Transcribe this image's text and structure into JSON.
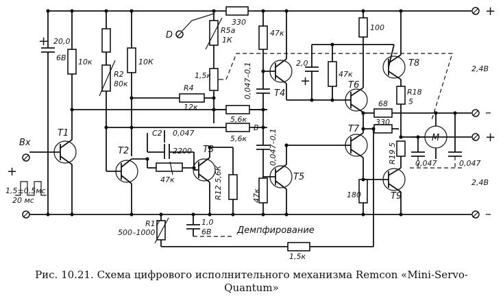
{
  "labels": {
    "r330_top": "330",
    "d": "D",
    "r5a": "R5a",
    "r5a_val": "1К",
    "r47k_1": "47к",
    "r100": "100",
    "plus_top": "+",
    "c20": "20,0",
    "c20_v": "6В",
    "r10k_1": "10к",
    "r2": "R2",
    "r2_val": "80к",
    "r10k_2": "10К",
    "r15k": "1,5к",
    "c0047_v1": "0,047–0,1",
    "t4": "Т4",
    "c20_2": "2,0",
    "r47k_2": "47к",
    "t8": "Т8",
    "v24_top": "2,4В",
    "r4": "R4",
    "r12k": "12к",
    "t6": "Т6",
    "r18": "R18",
    "r18_val": "5",
    "r68": "68",
    "minus_1": "–",
    "r56k_1": "5,6к",
    "node_b": "В",
    "c2": "С2",
    "c0047": "0,047",
    "r56k_2": "5,6к",
    "r330_2": "330",
    "t7": "Т7",
    "motor": "М",
    "plus_mid": "+",
    "bx": "Вх",
    "t1": "Т1",
    "t2": "Т2",
    "c2200": "2200",
    "t3": "Т3",
    "r12": "R12 5,6К",
    "c0047_v2": "0,047–0,1",
    "r195": "R19 5",
    "c0047_m1": "0,047",
    "c0047_m2": "0,047",
    "r47k_3": "47к",
    "v24_bot": "2,4В",
    "r47k_4": "47к",
    "t5": "Т5",
    "pulse_1": "1,5±0,5мс",
    "pulse_2": "20 мс",
    "r180": "180",
    "t9": "Т9",
    "minus_2": "–",
    "r17": "R17",
    "r17_val": "500–1000",
    "c10": "1,0",
    "c10_v": "6В",
    "damping": "Демпфирование",
    "r15k_b": "1,5к"
  },
  "caption": {
    "line1": "Рис. 10.21. Схема цифрового исполнительного механизма  Remcon «Mini-Servo-",
    "line2": "Quantum»"
  }
}
